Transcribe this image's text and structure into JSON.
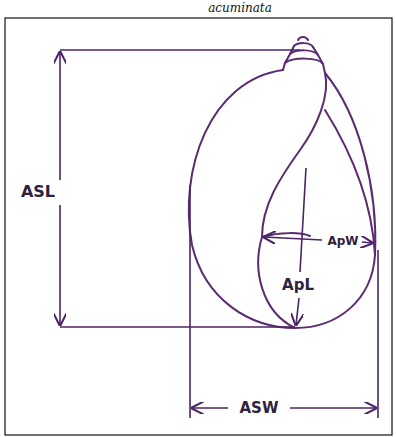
{
  "diagram": {
    "labels": [
      "acuminata",
      "ASL",
      "ApW",
      "ApL",
      "ASW"
    ]
  }
}
